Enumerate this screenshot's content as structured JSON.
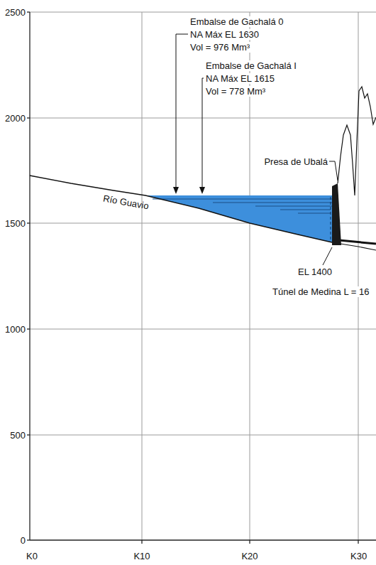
{
  "diagram": {
    "labels": [
      "2500",
      "2000",
      "1500",
      "1000",
      "500",
      "0",
      "K0",
      "K10",
      "K20",
      "K30",
      "Embalse de Gachalá 0",
      "NA Máx EL 1630",
      "Vol = 976 Mm³",
      "Embalse de Gachalá I",
      "NA Máx EL 1615",
      "Vol = 778 Mm³",
      "Presa de Ubalá",
      "Río Guavio",
      "EL 1400",
      "Túnel de Medina L = 16"
    ]
  }
}
